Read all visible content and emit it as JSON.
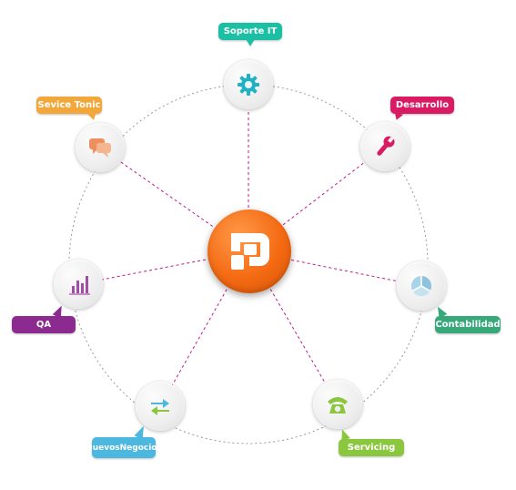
{
  "colors": {
    "hub": "#f46a12",
    "spoke": "#c2188f",
    "ring": "#9a9a9a",
    "soporte": "#1bbfa4",
    "desarrollo": "#d81b63",
    "contabilidad": "#36a87a",
    "servicing": "#8bc63f",
    "nuevos": "#4cb8e0",
    "qa": "#8b2a8f",
    "sevice": "#f2a73b"
  },
  "hub": {
    "icon": "company-logo-icon"
  },
  "nodes": [
    {
      "id": "soporte",
      "label": "Soporte IT",
      "icon": "gear-icon"
    },
    {
      "id": "desarrollo",
      "label": "Desarrollo",
      "icon": "wrench-icon"
    },
    {
      "id": "contabilidad",
      "label": "Contabilidad",
      "icon": "pie-chart-icon"
    },
    {
      "id": "servicing",
      "label": "Servicing",
      "icon": "telephone-icon"
    },
    {
      "id": "nuevos",
      "label_line1": "Nuevos",
      "label_line2": "Negocios",
      "icon": "exchange-arrows-icon"
    },
    {
      "id": "qa",
      "label": "QA",
      "icon": "bar-chart-icon"
    },
    {
      "id": "sevice",
      "label": "Sevice Tonic",
      "icon": "chat-bubbles-icon"
    }
  ]
}
